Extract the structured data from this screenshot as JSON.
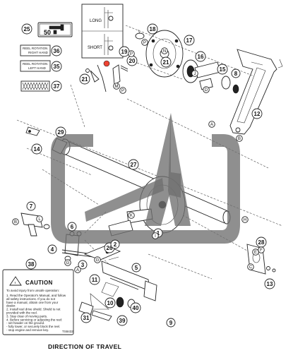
{
  "callouts": [
    {
      "id": "c25",
      "text": "25"
    },
    {
      "id": "c18",
      "text": "18"
    },
    {
      "id": "c36",
      "text": "36"
    },
    {
      "id": "c35",
      "text": "35"
    },
    {
      "id": "c37",
      "text": "37"
    },
    {
      "id": "c17",
      "text": "17"
    },
    {
      "id": "c16",
      "text": "16"
    },
    {
      "id": "c19",
      "text": "19"
    },
    {
      "id": "c20",
      "text": "20"
    },
    {
      "id": "c21a",
      "text": "21"
    },
    {
      "id": "c21b",
      "text": "21"
    },
    {
      "id": "c15",
      "text": "15"
    },
    {
      "id": "c8",
      "text": "8"
    },
    {
      "id": "c12",
      "text": "12"
    },
    {
      "id": "c29",
      "text": "29"
    },
    {
      "id": "c14",
      "text": "14"
    },
    {
      "id": "c27",
      "text": "27"
    },
    {
      "id": "c7",
      "text": "7"
    },
    {
      "id": "c6",
      "text": "6"
    },
    {
      "id": "c4",
      "text": "4"
    },
    {
      "id": "c3",
      "text": "3"
    },
    {
      "id": "c26",
      "text": "26"
    },
    {
      "id": "c2",
      "text": "2"
    },
    {
      "id": "c5",
      "text": "5"
    },
    {
      "id": "c28",
      "text": "28"
    },
    {
      "id": "c13",
      "text": "13"
    },
    {
      "id": "c38",
      "text": "38"
    },
    {
      "id": "c11",
      "text": "11"
    },
    {
      "id": "c10",
      "text": "10"
    },
    {
      "id": "c40",
      "text": "40"
    },
    {
      "id": "c31",
      "text": "31"
    },
    {
      "id": "c39",
      "text": "39"
    },
    {
      "id": "c9",
      "text": "9"
    },
    {
      "id": "c1",
      "text": "1"
    }
  ],
  "letters": [
    {
      "id": "lP1",
      "text": "P"
    },
    {
      "id": "lP2",
      "text": "P"
    },
    {
      "id": "lP3",
      "text": "P"
    },
    {
      "id": "lN",
      "text": "N"
    },
    {
      "id": "lM",
      "text": "M"
    },
    {
      "id": "lJ",
      "text": "J"
    },
    {
      "id": "lD",
      "text": "D"
    },
    {
      "id": "lA1",
      "text": "A"
    },
    {
      "id": "lB1",
      "text": "B"
    },
    {
      "id": "lK",
      "text": "K"
    },
    {
      "id": "lI",
      "text": "I"
    },
    {
      "id": "lL",
      "text": "L"
    },
    {
      "id": "lB2",
      "text": "B"
    },
    {
      "id": "lG1",
      "text": "G"
    },
    {
      "id": "lG2",
      "text": "G"
    },
    {
      "id": "lE",
      "text": "E"
    },
    {
      "id": "lF",
      "text": "F"
    },
    {
      "id": "lC",
      "text": "C"
    },
    {
      "id": "lH",
      "text": "H"
    },
    {
      "id": "lA2",
      "text": "A"
    }
  ],
  "decal_25": {
    "text": "50"
  },
  "setting_card": {
    "long": "LONG",
    "short": "SHORT"
  },
  "decal_36": {
    "line1": "REEL ROTATION",
    "line2": "RIGHT HAND"
  },
  "decal_35": {
    "line1": "REEL ROTATION",
    "line2": "LEFT HAND"
  },
  "caution_decal": {
    "title": "CAUTION",
    "intro": "To avoid injury from unsafe operation:",
    "items": [
      "1. Read the Operator's Manual, and follow",
      "   all safety instructions. If you do not",
      "   have a manual, obtain one from your",
      "   dealer.",
      "2. Install reel drive shield. Shield is not",
      "   provided with the reel.",
      "3. Stay clear of moving parts.",
      "4. Before servicing or adjusting the reel:",
      "   - set header on the ground.",
      "   - fully lower, or securely block the reel.",
      "   - stop engine and remove key."
    ],
    "code": "TS8432"
  },
  "footer": {
    "direction": "DIRECTION OF TRAVEL"
  },
  "colors": {
    "ink": "#222222",
    "watermark": "#6f6f6f",
    "label_stamp": "#cc2222"
  }
}
